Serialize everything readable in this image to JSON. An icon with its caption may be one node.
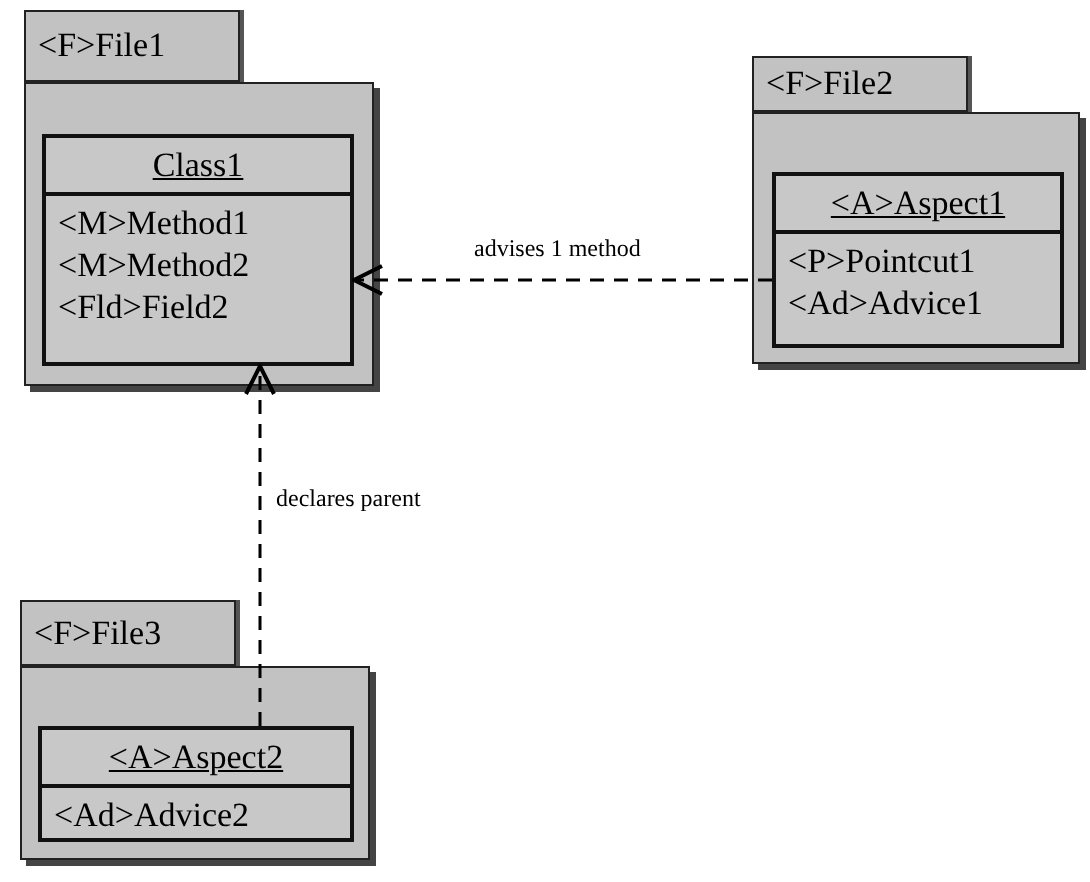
{
  "diagram": {
    "nodes": [
      {
        "text": [
          "<F>File1"
        ]
      },
      {
        "text": [
          "Class1",
          "<M>Method1",
          "<M>Method2",
          "<Fld>Field2"
        ],
        "in": 0
      },
      {
        "text": [
          "<F>File2"
        ]
      },
      {
        "text": [
          "<A>Aspect1",
          "<P>Pointcut1",
          "<Ad>Advice1"
        ],
        "in": 2
      },
      {
        "text": [
          "<F>File3"
        ]
      },
      {
        "text": [
          "<A>Aspect2",
          "<Ad>Advice2"
        ],
        "in": 4
      }
    ],
    "edges": [
      {
        "from": 3,
        "to": 1,
        "arrow": "to",
        "label": "advises 1 method",
        "style": "dashed"
      },
      {
        "from": 5,
        "to": 1,
        "arrow": "to",
        "label": "declares parent",
        "style": "dashed"
      }
    ]
  }
}
